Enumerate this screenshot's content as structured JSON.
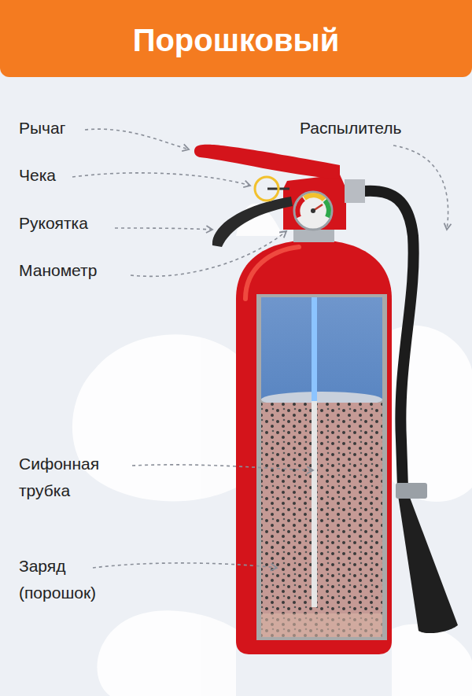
{
  "diagram": {
    "title": "Порошковый",
    "labels": [
      "Рычаг",
      "Чека",
      "Рукоятка",
      "Манометр",
      "Распылитель",
      "Сифонная трубка",
      "Заряд (порошок)"
    ]
  }
}
